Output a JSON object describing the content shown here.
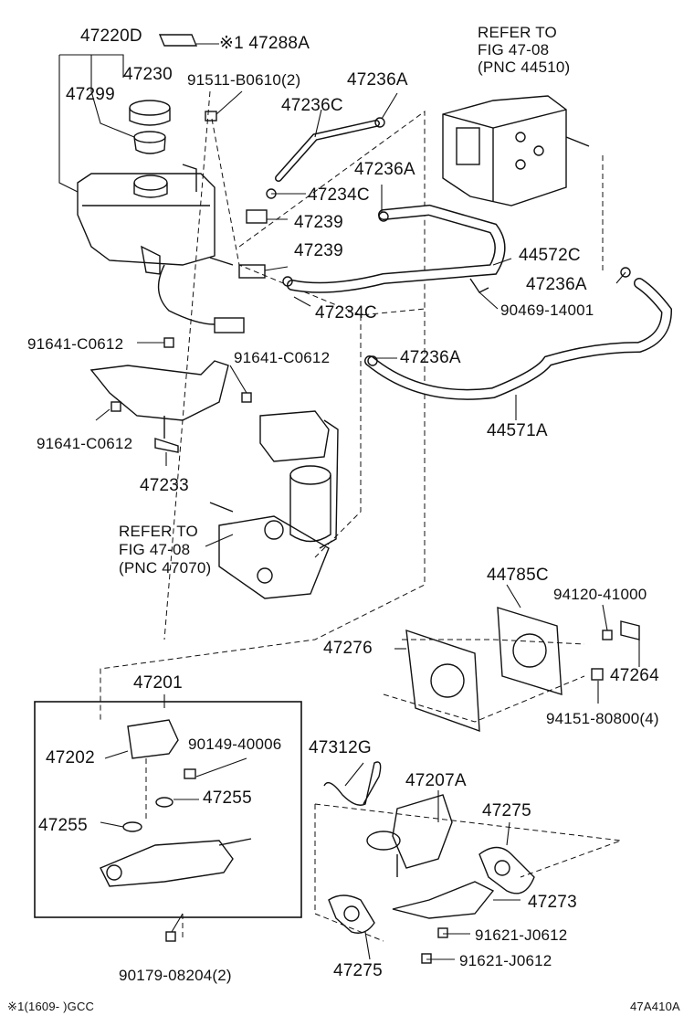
{
  "labels": {
    "p47220D": "47220D",
    "p47288A": "※1 47288A",
    "p47230": "47230",
    "p47299": "47299",
    "p91511": "91511-B0610(2)",
    "p47236A_1": "47236A",
    "p47236C": "47236C",
    "refer_top_1": "REFER TO",
    "refer_top_2": "FIG 47-08",
    "refer_top_3": "(PNC 44510)",
    "p47236A_2": "47236A",
    "p47234C_1": "47234C",
    "p47239_1": "47239",
    "p47239_2": "47239",
    "p44572C": "44572C",
    "p47236A_3": "47236A",
    "p47234C_2": "47234C",
    "p90469": "90469-14001",
    "p91641_1": "91641-C0612",
    "p91641_2": "91641-C0612",
    "p47236A_4": "47236A",
    "p91641_3": "91641-C0612",
    "p44571A": "44571A",
    "p47233": "47233",
    "refer_mid_1": "REFER TO",
    "refer_mid_2": "FIG 47-08",
    "refer_mid_3": "(PNC 47070)",
    "p44785C": "44785C",
    "p94120": "94120-41000",
    "p47276": "47276",
    "p47264": "47264",
    "p94151": "94151-80800(4)",
    "p47201": "47201",
    "p47202": "47202",
    "p90149": "90149-40006",
    "p47255_1": "47255",
    "p47255_2": "47255",
    "p47312G": "47312G",
    "p47207A": "47207A",
    "p47275_1": "47275",
    "p47273": "47273",
    "p91621_1": "91621-J0612",
    "p91621_2": "91621-J0612",
    "p90179": "90179-08204(2)",
    "p47275_2": "47275",
    "footnote": "※1(1609-      )GCC",
    "figure_code": "47A410A"
  }
}
